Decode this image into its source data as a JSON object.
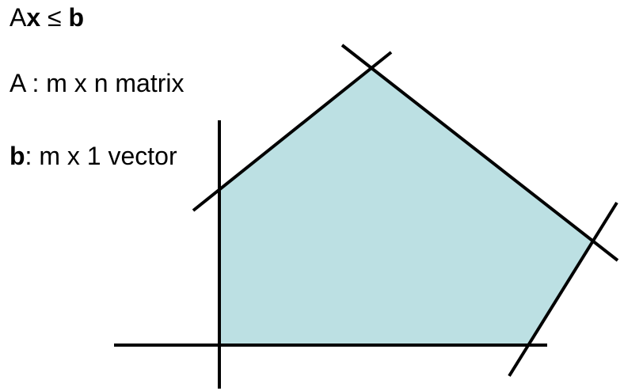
{
  "text": {
    "line1": {
      "a": "A",
      "x": "x",
      "leq": " ≤ ",
      "b": "b"
    },
    "line2": "A : m x n matrix",
    "line3": {
      "b": "b",
      "rest": ": m x 1 vector"
    }
  },
  "colors": {
    "fill": "#bce0e3",
    "stroke": "#000000"
  }
}
